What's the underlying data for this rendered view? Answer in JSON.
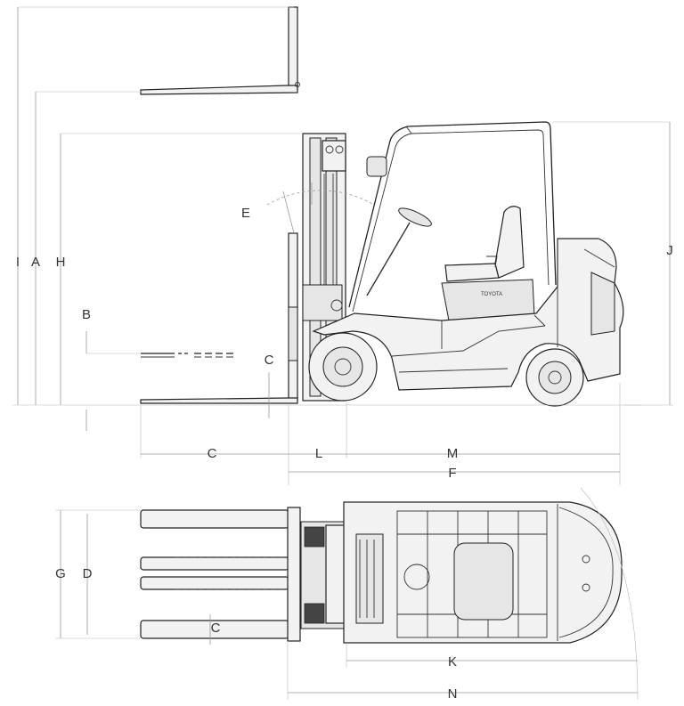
{
  "labels": {
    "I": "I",
    "A": "A",
    "H": "H",
    "B": "B",
    "C_side": "C",
    "C_front": "C",
    "E": "E",
    "J": "J",
    "L": "L",
    "M": "M",
    "F": "F",
    "G": "G",
    "D": "D",
    "C_top": "C",
    "K": "K",
    "N": "N"
  },
  "brand_text": "TOYOTA",
  "colors": {
    "line": "#222222",
    "dimension": "#9a9a9a",
    "body_fill": "#f2f2f2"
  }
}
